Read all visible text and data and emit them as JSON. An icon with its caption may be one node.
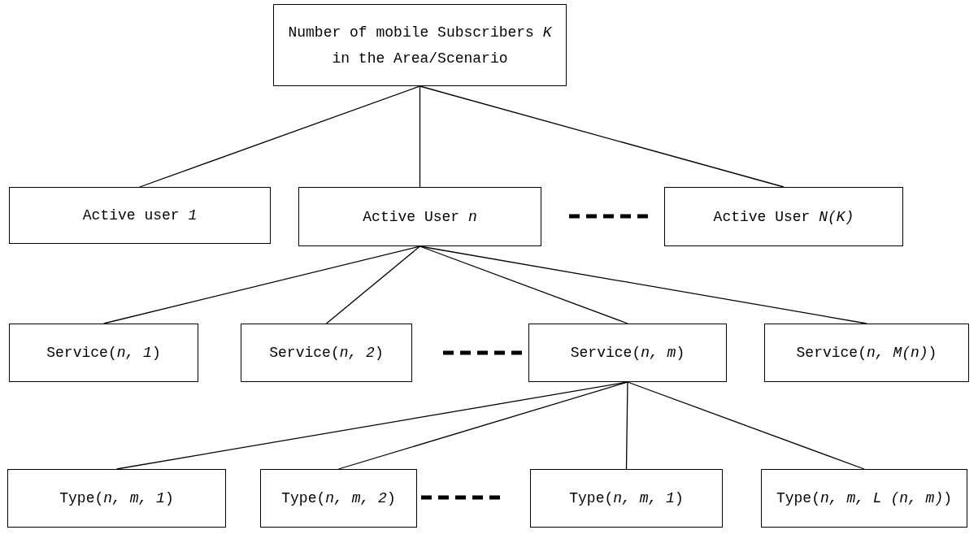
{
  "diagram": {
    "nodes": [
      {
        "text": [
          "Number of mobile Subscribers *K* in the Area/Scenario"
        ]
      },
      {
        "text": [
          "Active user *1*"
        ]
      },
      {
        "text": [
          "Active User *n*"
        ]
      },
      {
        "text": [
          "Active User *N(K)*"
        ]
      },
      {
        "text": [
          "Service(*n, 1*)"
        ]
      },
      {
        "text": [
          "Service(*n, 2*)"
        ]
      },
      {
        "text": [
          "Service(*n, m*)"
        ]
      },
      {
        "text": [
          "Service(*n, M(n)*)"
        ]
      },
      {
        "text": [
          "Type(*n, m, 1*)"
        ]
      },
      {
        "text": [
          "Type(*n, m, 2*)"
        ]
      },
      {
        "text": [
          "Type(*n, m, 1*)"
        ]
      },
      {
        "text": [
          "Type(*n, m, L (n, m)*)"
        ]
      }
    ],
    "edges": [
      {
        "from": 0,
        "to": 1,
        "arrow": "none"
      },
      {
        "from": 0,
        "to": 2,
        "arrow": "none"
      },
      {
        "from": 0,
        "to": 3,
        "arrow": "none"
      },
      {
        "from": 2,
        "to": 4,
        "arrow": "none"
      },
      {
        "from": 2,
        "to": 5,
        "arrow": "none"
      },
      {
        "from": 2,
        "to": 6,
        "arrow": "none"
      },
      {
        "from": 2,
        "to": 7,
        "arrow": "none"
      },
      {
        "from": 6,
        "to": 8,
        "arrow": "none"
      },
      {
        "from": 6,
        "to": 9,
        "arrow": "none"
      },
      {
        "from": 6,
        "to": 10,
        "arrow": "none"
      },
      {
        "from": 6,
        "to": 11,
        "arrow": "none"
      }
    ]
  }
}
